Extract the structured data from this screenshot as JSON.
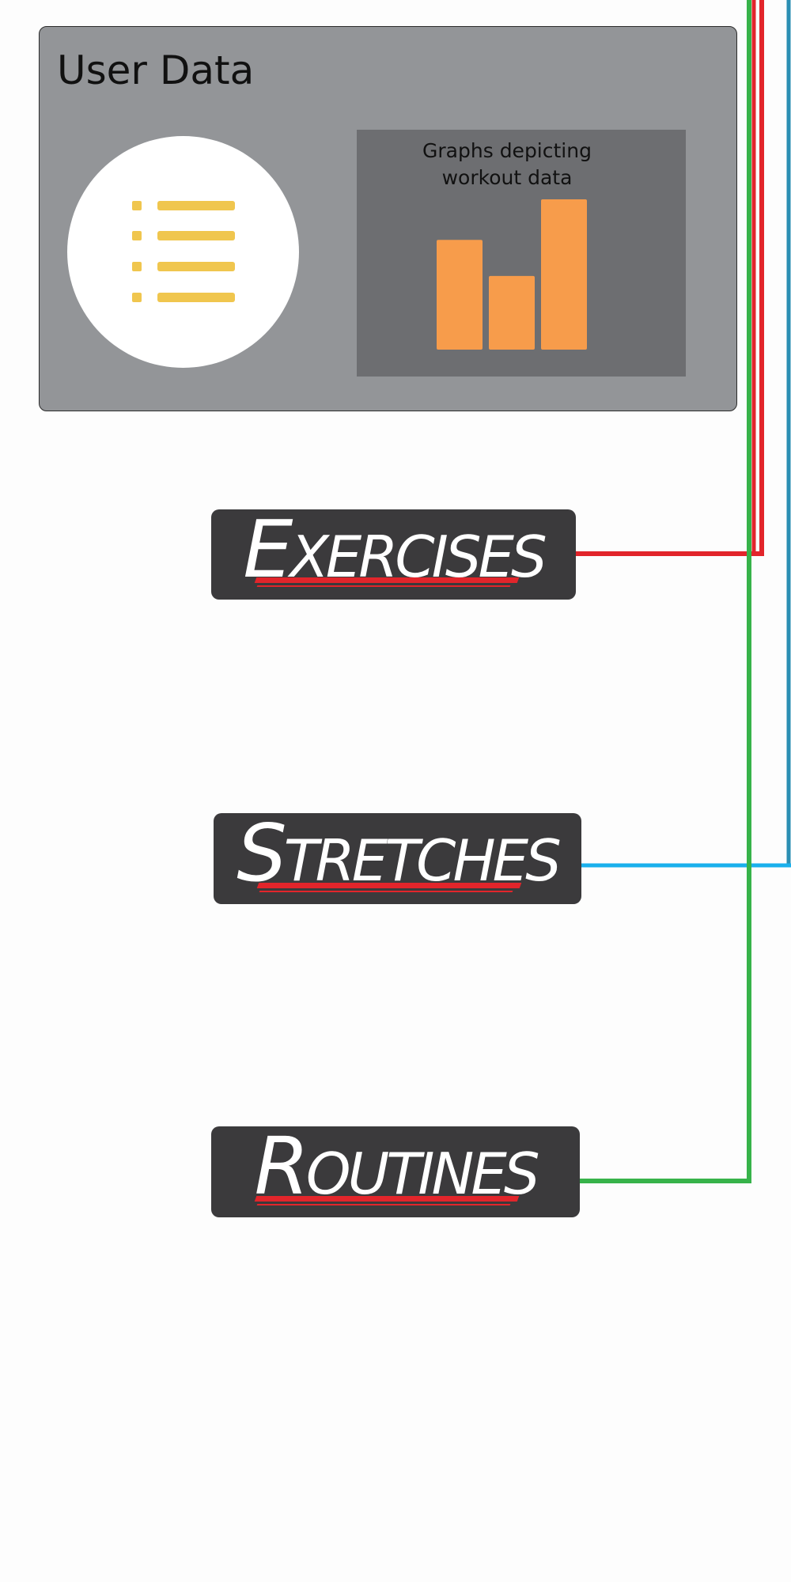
{
  "user_data": {
    "title": "User Data",
    "list_icon": "list-icon",
    "graph_caption_line1": "Graphs depicting",
    "graph_caption_line2": "workout data",
    "graph_bar_levels": [
      0.73,
      0.49,
      1.0
    ]
  },
  "nav": {
    "exercises": {
      "cap": "E",
      "rest": "XERCISES"
    },
    "stretches": {
      "cap": "S",
      "rest": "TRETCHES"
    },
    "routines": {
      "cap": "R",
      "rest": "OUTINES"
    }
  },
  "colors": {
    "panel_bg": "#939598",
    "graph_bg": "#6d6e71",
    "bar_color": "#f79c4b",
    "list_icon_color": "#f0c64e",
    "button_bg": "#3b3a3c",
    "underline_red": "#e2252b",
    "connector_red": "#e2252b",
    "connector_blue": "#1ab0ec",
    "connector_green": "#37b34a",
    "connector_teal": "#2b8fb3"
  }
}
